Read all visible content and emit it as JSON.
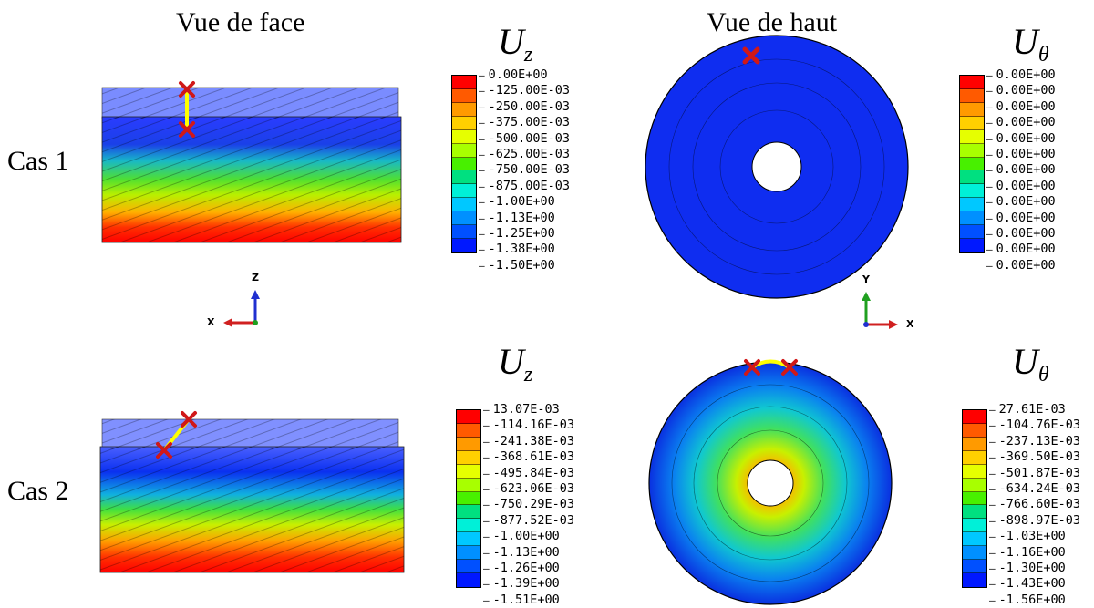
{
  "headings": {
    "front_view": "Vue de face",
    "top_view": "Vue de haut"
  },
  "cases": {
    "case1": "Cas 1",
    "case2": "Cas 2"
  },
  "variables": {
    "uz_base": "U",
    "uz_sub": "z",
    "ut_base": "U",
    "ut_sub": "θ"
  },
  "axes": {
    "front": {
      "vertical": "Z",
      "horizontal": "X"
    },
    "top": {
      "vertical": "Y",
      "horizontal": "X"
    }
  },
  "colorscale": [
    "#ff0000",
    "#ff5a00",
    "#ff9a00",
    "#ffd000",
    "#e6ff00",
    "#a8ff00",
    "#48f000",
    "#00e080",
    "#00f0d8",
    "#00c8ff",
    "#0090ff",
    "#0050ff",
    "#0018ff"
  ],
  "legends": {
    "case1_uz": [
      "0.00E+00",
      "-125.00E-03",
      "-250.00E-03",
      "-375.00E-03",
      "-500.00E-03",
      "-625.00E-03",
      "-750.00E-03",
      "-875.00E-03",
      "-1.00E+00",
      "-1.13E+00",
      "-1.25E+00",
      "-1.38E+00",
      "-1.50E+00"
    ],
    "case1_ut": [
      "0.00E+00",
      "0.00E+00",
      "0.00E+00",
      "0.00E+00",
      "0.00E+00",
      "0.00E+00",
      "0.00E+00",
      "0.00E+00",
      "0.00E+00",
      "0.00E+00",
      "0.00E+00",
      "0.00E+00",
      "0.00E+00"
    ],
    "case2_uz": [
      "13.07E-03",
      "-114.16E-03",
      "-241.38E-03",
      "-368.61E-03",
      "-495.84E-03",
      "-623.06E-03",
      "-750.29E-03",
      "-877.52E-03",
      "-1.00E+00",
      "-1.13E+00",
      "-1.26E+00",
      "-1.39E+00",
      "-1.51E+00"
    ],
    "case2_ut": [
      "27.61E-03",
      "-104.76E-03",
      "-237.13E-03",
      "-369.50E-03",
      "-501.87E-03",
      "-634.24E-03",
      "-766.60E-03",
      "-898.97E-03",
      "-1.03E+00",
      "-1.16E+00",
      "-1.30E+00",
      "-1.43E+00",
      "-1.56E+00"
    ]
  }
}
